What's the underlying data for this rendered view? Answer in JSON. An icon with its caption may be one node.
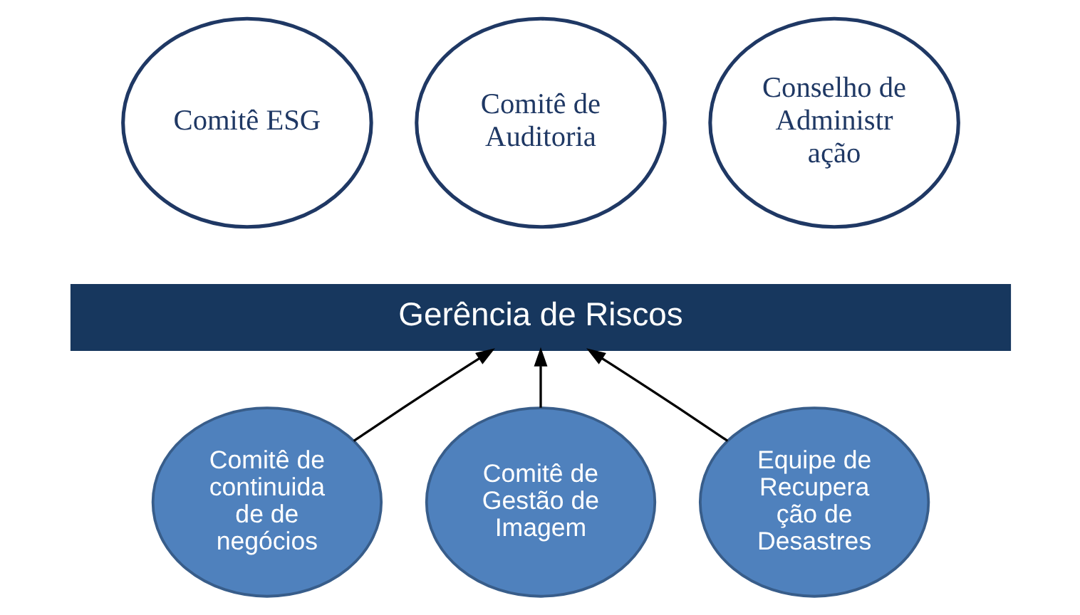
{
  "diagram": {
    "nodes": [
      {
        "text": [
          "Comitê ESG"
        ]
      },
      {
        "text": [
          "Comitê de Auditoria"
        ]
      },
      {
        "text": [
          "Conselho de Administr ação"
        ]
      },
      {
        "text": [
          "Gerência de Riscos"
        ]
      },
      {
        "text": [
          "Comitê de continuida de de negócios"
        ]
      },
      {
        "text": [
          "Comitê de Gestão de Imagem"
        ]
      },
      {
        "text": [
          "Equipe de Recupera ção de Desastres"
        ]
      }
    ],
    "edges": [
      {
        "from": 4,
        "to": 3,
        "arrow": "to"
      },
      {
        "from": 5,
        "to": 3,
        "arrow": "to"
      },
      {
        "from": 6,
        "to": 3,
        "arrow": "to"
      }
    ]
  }
}
